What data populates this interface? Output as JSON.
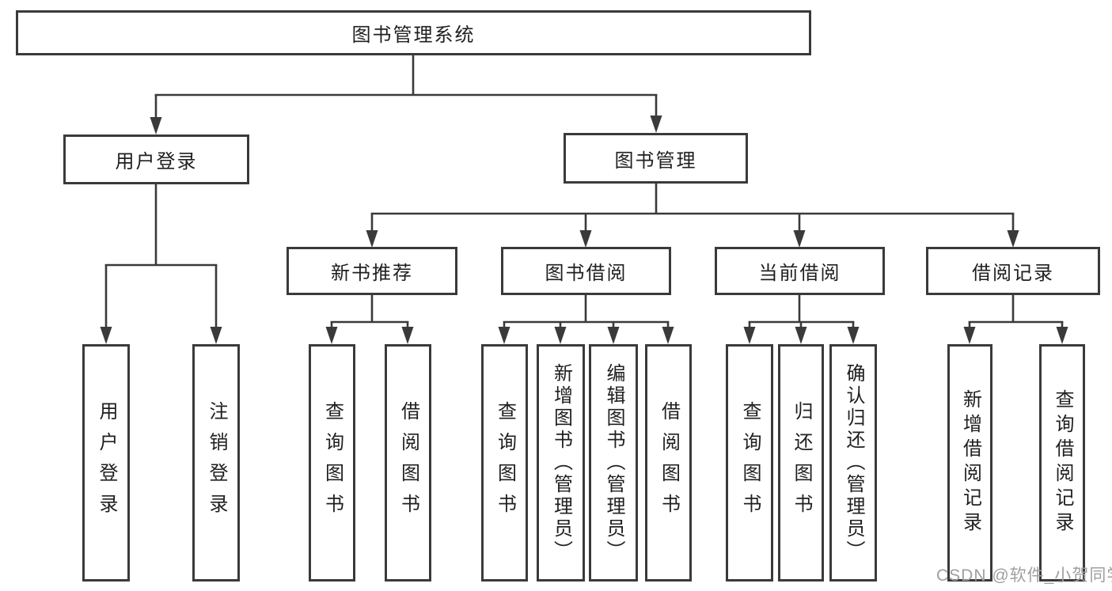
{
  "diagram": {
    "root": {
      "label": "图书管理系统"
    },
    "level2": {
      "user_login": {
        "label": "用户登录"
      },
      "book_mgmt": {
        "label": "图书管理"
      }
    },
    "level3": {
      "new_book_rec": {
        "label": "新书推荐"
      },
      "book_borrow": {
        "label": "图书借阅"
      },
      "current_borrow": {
        "label": "当前借阅"
      },
      "borrow_records": {
        "label": "借阅记录"
      }
    },
    "leaves": {
      "user_login": {
        "label": "用户登录"
      },
      "logout": {
        "label": "注销登录"
      },
      "rec_query_books": {
        "label": "查询图书"
      },
      "rec_borrow_books": {
        "label": "借阅图书"
      },
      "borrow_query_books": {
        "label": "查询图书"
      },
      "borrow_add_books": {
        "label": "新增图书（管理员）"
      },
      "borrow_edit_books": {
        "label": "编辑图书（管理员）"
      },
      "borrow_borrow_books": {
        "label": "借阅图书"
      },
      "current_query_books": {
        "label": "查询图书"
      },
      "current_return_books": {
        "label": "归还图书"
      },
      "current_confirm_return": {
        "label": "确认归还（管理员）"
      },
      "records_add_record": {
        "label": "新增借阅记录"
      },
      "records_query_record": {
        "label": "查询借阅记录"
      }
    },
    "watermark": "CSDN @软件_小贺同学",
    "colors": {
      "line": "#3a3a3a",
      "text": "#1f1f1f",
      "watermark": "#9f9f9f",
      "background": "#ffffff"
    }
  }
}
